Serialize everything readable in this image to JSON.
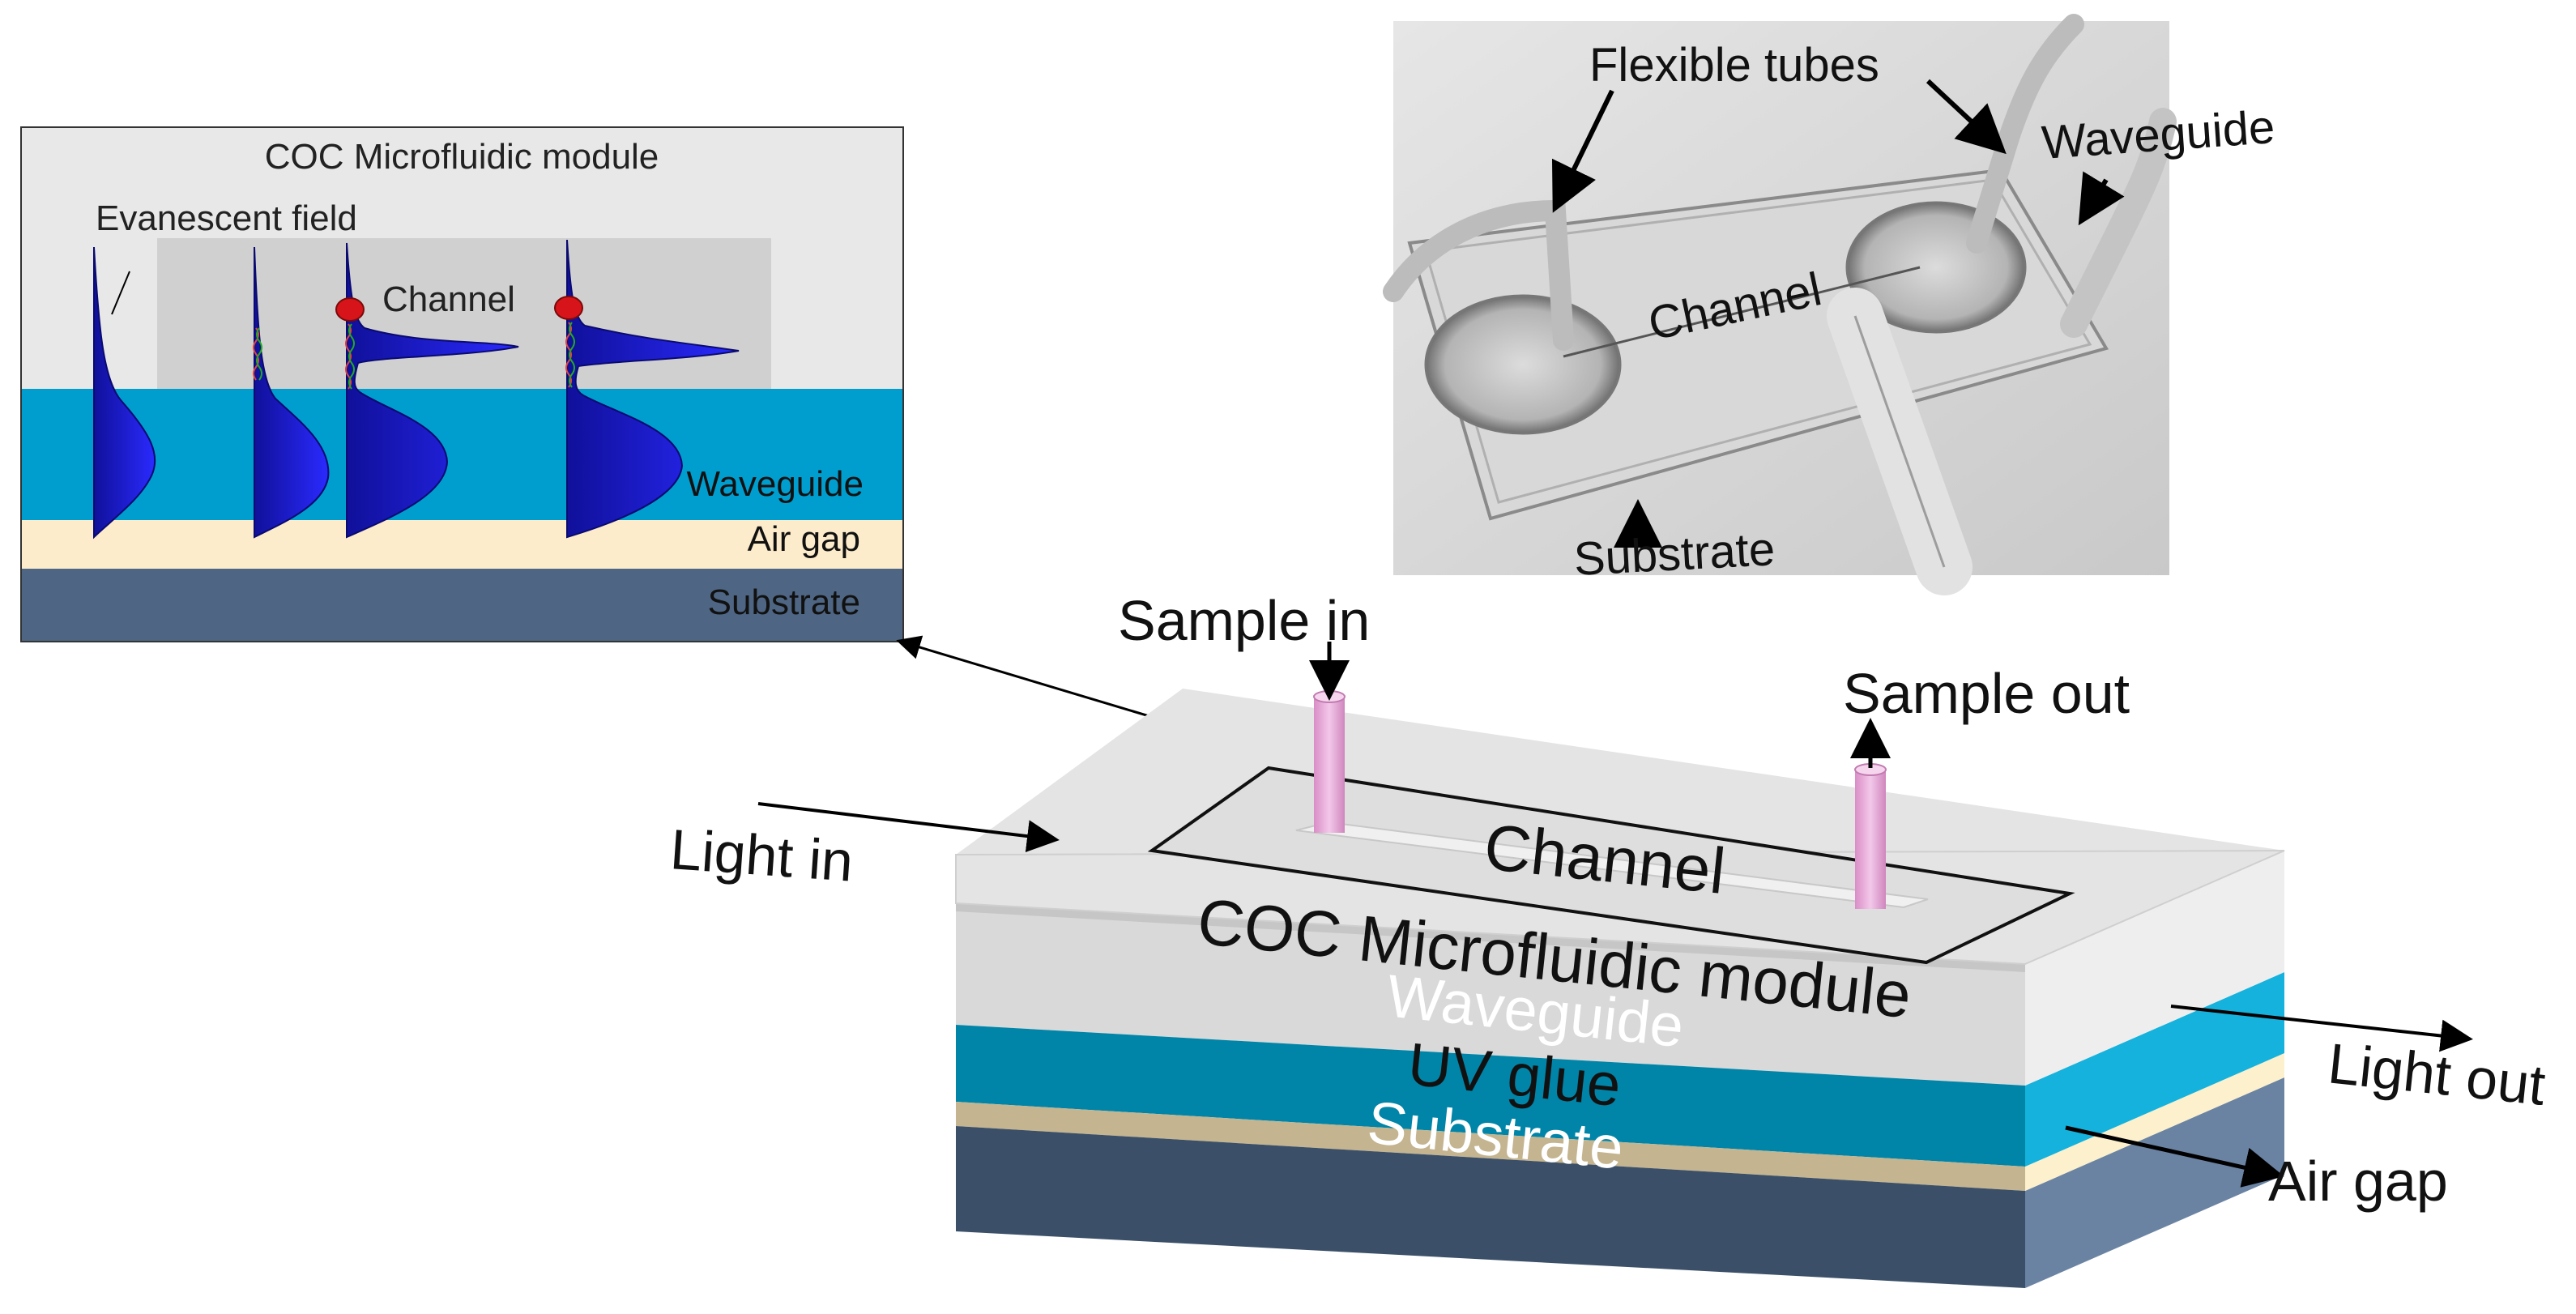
{
  "inset": {
    "module_label": "COC Microfluidic module",
    "evanescent_label": "Evanescent field",
    "channel_label": "Channel",
    "waveguide_label": "Waveguide",
    "air_gap_label": "Air gap",
    "substrate_label": "Substrate"
  },
  "photo": {
    "flexible_tubes_label": "Flexible tubes",
    "waveguide_label": "Waveguide",
    "channel_label": "Channel",
    "substrate_label": "Substrate"
  },
  "device": {
    "sample_in_label": "Sample in",
    "sample_out_label": "Sample out",
    "light_in_label": "Light in",
    "light_out_label": "Light out",
    "channel_label": "Channel",
    "module_label": "COC Microfluidic module",
    "waveguide_label": "Waveguide",
    "uv_glue_label": "UV glue",
    "substrate_label": "Substrate",
    "air_gap_label": "Air gap"
  },
  "colors": {
    "coc": "#d9d9d9",
    "waveguide": "#0ea5d0",
    "air_gap": "#fdf0cc",
    "uv_glue": "#c4b48f",
    "substrate": "#3b5068",
    "field": "#1a1acc",
    "particle": "#d7141a",
    "tube": "#e8a6d8"
  }
}
